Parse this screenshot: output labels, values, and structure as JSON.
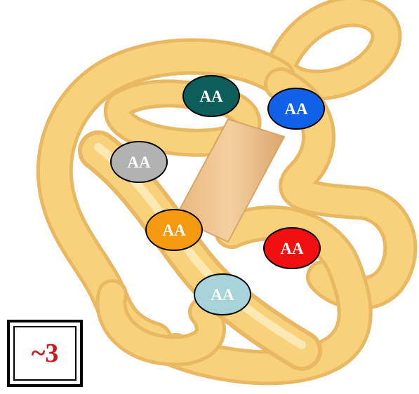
{
  "residues": [
    {
      "label": "AA",
      "color": "#0d5e5a",
      "name": "aa-dark-teal"
    },
    {
      "label": "AA",
      "color": "#1060e8",
      "name": "aa-blue"
    },
    {
      "label": "AA",
      "color": "#b2b2b2",
      "name": "aa-gray"
    },
    {
      "label": "AA",
      "color": "#f59a10",
      "name": "aa-orange"
    },
    {
      "label": "AA",
      "color": "#f01010",
      "name": "aa-red"
    },
    {
      "label": "AA",
      "color": "#a6d4d8",
      "name": "aa-light-cyan"
    }
  ],
  "badge": {
    "text": "~3",
    "color": "#c8191e"
  },
  "colors": {
    "ribbon": "#f7d27a",
    "ribbon_highlight": "#fdeec0",
    "strand": "#f2c992"
  }
}
